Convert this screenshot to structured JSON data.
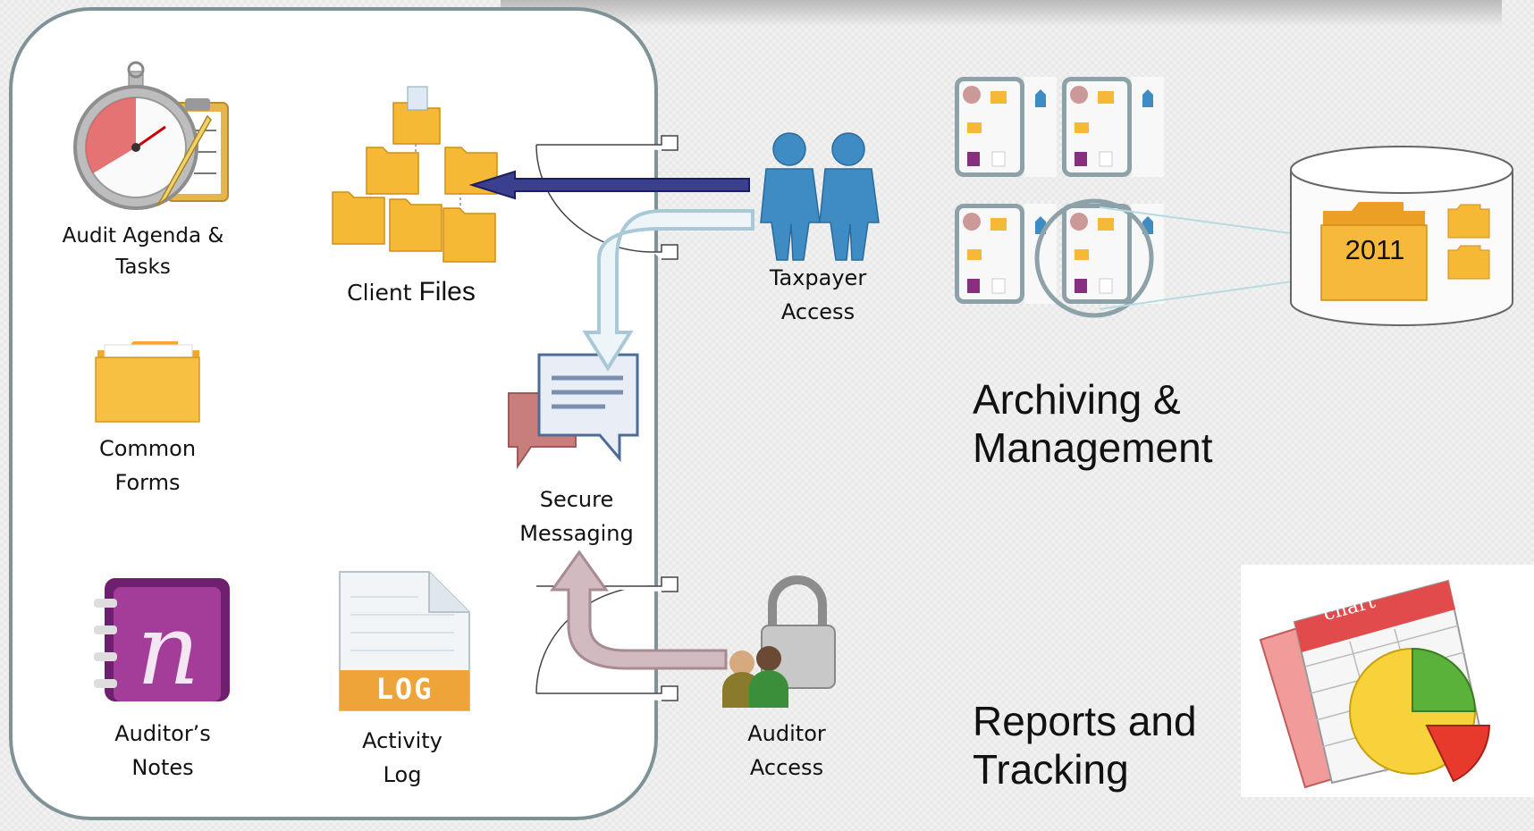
{
  "left_panel": {
    "audit_agenda_label": "Audit Agenda &\nTasks",
    "client_files_label_a": "Client ",
    "client_files_label_b": "Files",
    "common_forms_label": "Common\nForms",
    "secure_messaging_label": "Secure\nMessaging",
    "auditors_notes_label": "Auditor’s\nNotes",
    "activity_log_label": "Activity\nLog",
    "log_badge": "LOG"
  },
  "access": {
    "taxpayer_label": "Taxpayer\nAccess",
    "auditor_label": "Auditor\nAccess"
  },
  "archiving": {
    "heading": "Archiving &\nManagement",
    "year_label": "2011"
  },
  "reports": {
    "heading": "Reports and\nTracking",
    "chart_icon_text": "chart"
  },
  "colors": {
    "panel_border": "#7f9297",
    "arrow_blue": "#3b3f8f",
    "arrow_light_blue": "#a9c9d8",
    "arrow_mauve": "#b3919a",
    "folder_yellow": "#f5b935"
  }
}
